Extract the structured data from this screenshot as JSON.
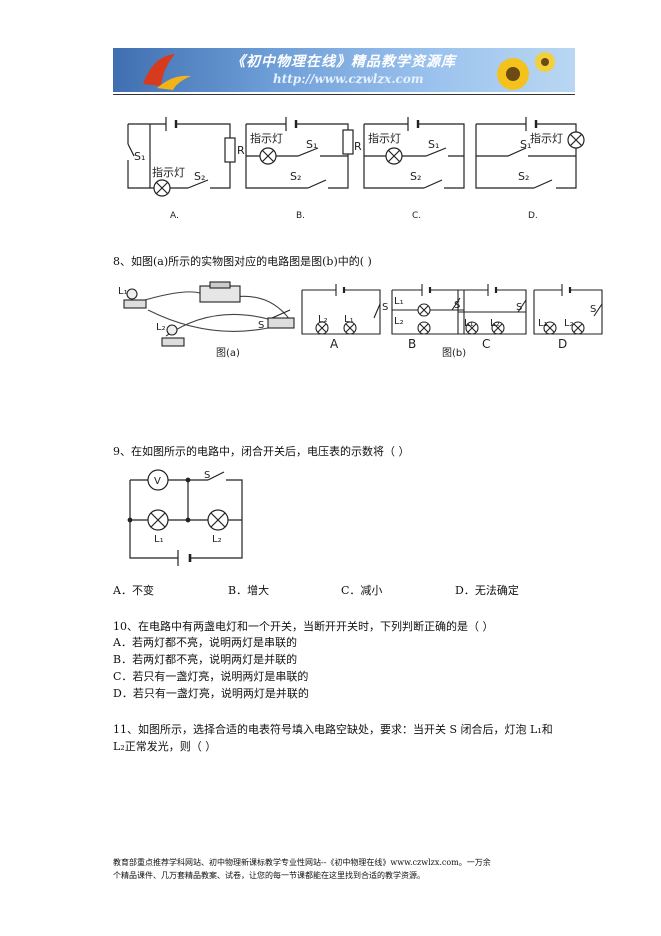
{
  "header": {
    "banner_title": "《初中物理在线》精品教学资源库",
    "banner_url": "http://www.czwlzx.com"
  },
  "q7": {
    "option_labels": [
      "A.",
      "B.",
      "C.",
      "D."
    ],
    "lamp_label": "指示灯",
    "s1": "S₁",
    "s2": "S₂",
    "r": "R"
  },
  "q8": {
    "text": "8、如图(a)所示的实物图对应的电路图是图(b)中的(   )",
    "fig_a_caption": "图(a)",
    "fig_b_caption": "图(b)",
    "option_labels": [
      "A",
      "B",
      "C",
      "D"
    ],
    "l1": "L₁",
    "l2": "L₂",
    "s": "S"
  },
  "q9": {
    "text": "9、在如图所示的电路中，闭合开关后，电压表的示数将（    ）",
    "v": "V",
    "s": "S",
    "l1": "L₁",
    "l2": "L₂",
    "options": [
      "A．不变",
      "B．增大",
      "C．减小",
      "D．无法确定"
    ]
  },
  "q10": {
    "text": "10、在电路中有两盏电灯和一个开关，当断开开关时，下列判断正确的是（   ）",
    "options": [
      "A．若两灯都不亮，说明两灯是串联的",
      "B．若两灯都不亮，说明两灯是并联的",
      "C．若只有一盏灯亮，说明两灯是串联的",
      "D．若只有一盏灯亮，说明两灯是并联的"
    ]
  },
  "q11": {
    "line1": "11、如图所示，选择合适的电表符号填入电路空缺处，要求：当开关 S 闭合后，灯泡 L₁和",
    "line2": "L₂正常发光，则（   ）"
  },
  "footer": {
    "line1": "教育部重点推荐学科网站、初中物理新课标教学专业性网站--《初中物理在线》www.czwlzx.com。一万余",
    "line2": "个精品课件、几万套精品教案、试卷，让您的每一节课都能在这里找到合适的教学资源。"
  }
}
